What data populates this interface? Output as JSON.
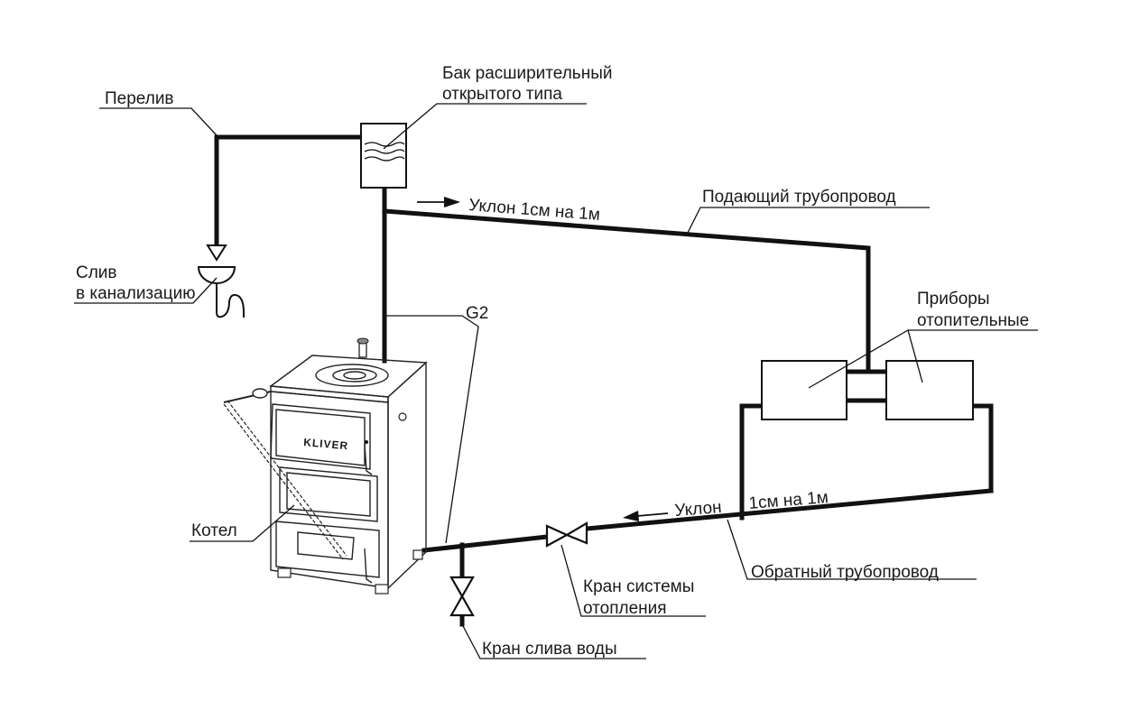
{
  "labels": {
    "overflow": "Перелив",
    "tank_line1": "Бак расширительный",
    "tank_line2": "открытого типа",
    "supply_slope": "Уклон 1см на 1м",
    "supply_pipe": "Подающий трубопровод",
    "drain_line1": "Слив",
    "drain_line2": "в канализацию",
    "g2": "G2",
    "radiators_line1": "Приборы",
    "radiators_line2": "отопительные",
    "boiler": "Котел",
    "return_slope_a": "Уклон",
    "return_slope_b": "1см на 1м",
    "return_pipe": "Обратный трубопровод",
    "heating_valve_line1": "Кран системы",
    "heating_valve_line2": "отопления",
    "drain_valve": "Кран слива воды",
    "boiler_brand": "KLIVER"
  }
}
